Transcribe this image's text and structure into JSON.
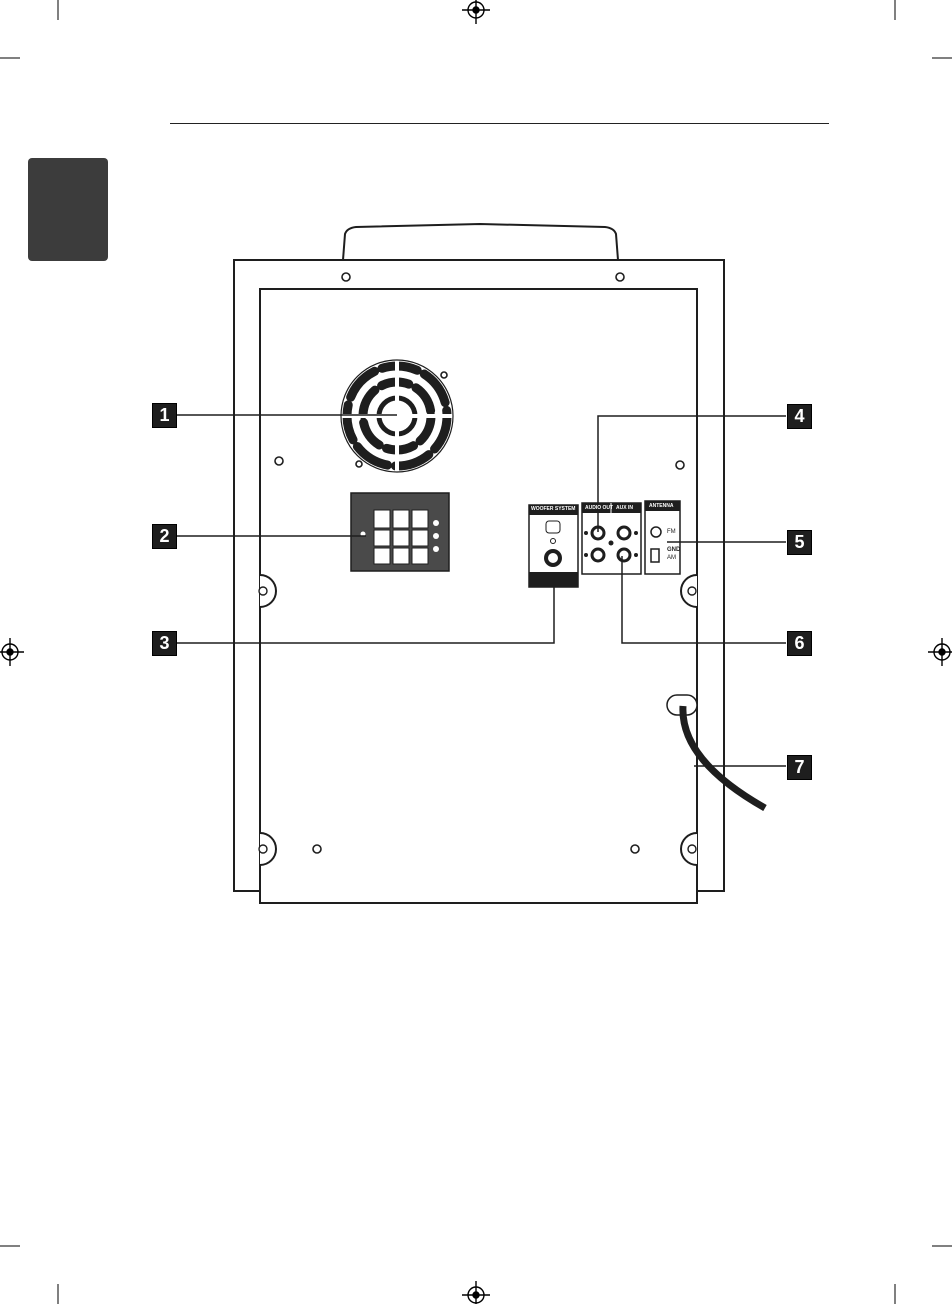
{
  "callouts": [
    {
      "id": "callout-1",
      "label": "1"
    },
    {
      "id": "callout-2",
      "label": "2"
    },
    {
      "id": "callout-3",
      "label": "3"
    },
    {
      "id": "callout-4",
      "label": "4"
    },
    {
      "id": "callout-5",
      "label": "5"
    },
    {
      "id": "callout-6",
      "label": "6"
    },
    {
      "id": "callout-7",
      "label": "7"
    }
  ],
  "panel_labels": {
    "woofer_system": "WOOFER SYSTEM",
    "audio_out": "AUDIO OUT",
    "aux_in": "AUX IN",
    "antenna": "ANTENNA",
    "fm": "FM",
    "gnd": "GND",
    "am": "AM"
  },
  "colors": {
    "ink": "#1e1e1e",
    "side_tab": "#3c3c3c",
    "speaker_panel": "#4a4a4a"
  },
  "icons": [
    "registration-mark-icon",
    "cooling-fan-icon",
    "screw-icon",
    "power-cord-icon"
  ]
}
